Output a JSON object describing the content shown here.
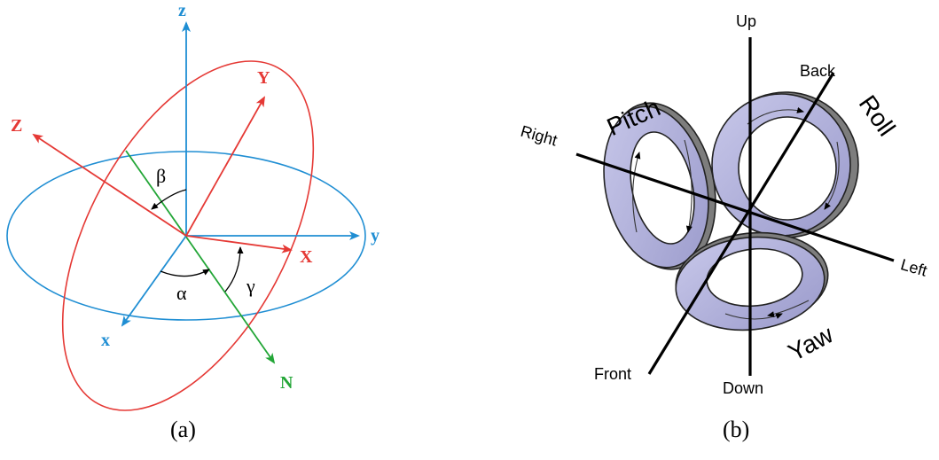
{
  "panel_a": {
    "caption": "(a)",
    "fixed_axes": {
      "x": "x",
      "y": "y",
      "z": "z"
    },
    "rotated_axes": {
      "X": "X",
      "Y": "Y",
      "Z": "Z"
    },
    "node_line": "N",
    "angles": {
      "alpha": "α",
      "beta": "β",
      "gamma": "γ"
    },
    "colors": {
      "fixed": "#1f8ed3",
      "rotated": "#e53935",
      "node": "#23a637"
    }
  },
  "panel_b": {
    "caption": "(b)",
    "axis_labels": {
      "up": "Up",
      "down": "Down",
      "left": "Left",
      "right": "Right",
      "front": "Front",
      "back": "Back"
    },
    "ring_labels": {
      "pitch": "Pitch",
      "roll": "Roll",
      "yaw": "Yaw"
    },
    "colors": {
      "ring_fill": "#b5b5db",
      "ring_shadow": "#7d7d7d"
    }
  }
}
